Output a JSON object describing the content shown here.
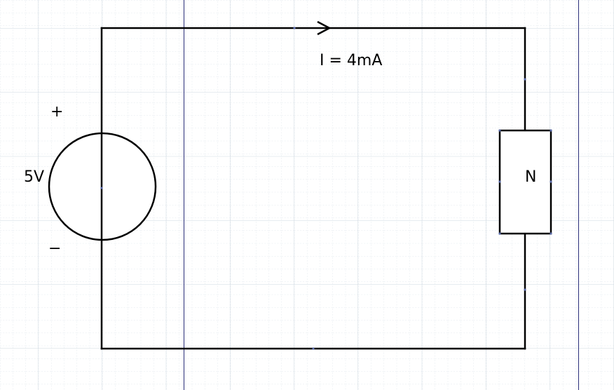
{
  "colors": {
    "background": "#ffffff",
    "grid_minor": "#e3e9ee",
    "grid_major": "#cfd8e0",
    "guide": "#2b2f7a",
    "wire": "#000000"
  },
  "source": {
    "value_label": "5V",
    "plus_label": "+",
    "minus_label": "−"
  },
  "load": {
    "label": "N"
  },
  "current": {
    "label": "I = 4mA"
  }
}
